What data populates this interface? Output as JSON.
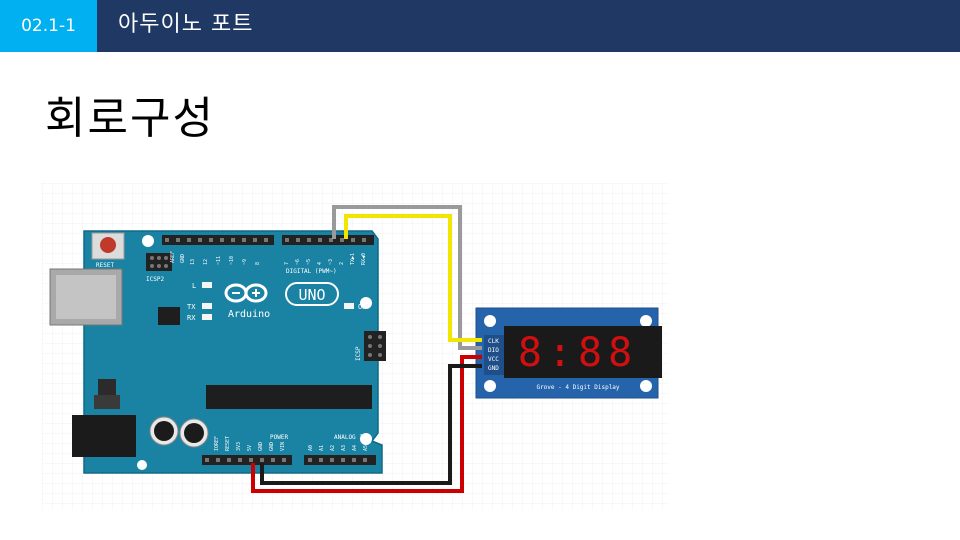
{
  "header": {
    "section_number": "02.1-1",
    "section_title": "아두이노 포트"
  },
  "slide": {
    "title": "회로구성"
  },
  "diagram": {
    "arduino": {
      "brand": "Arduino",
      "model": "UNO",
      "reset_label": "RESET",
      "icsp2_label": "ICSP2",
      "icsp_label": "ICSP",
      "digital_label": "DIGITAL (PWM~)",
      "power_label": "POWER",
      "analog_label": "ANALOG IN",
      "led_l": "L",
      "led_tx": "TX",
      "led_rx": "RX",
      "led_on": "ON",
      "aref": "AREF",
      "gnd": "GND",
      "pins_digital": [
        "13",
        "12",
        "~11",
        "~10",
        "~9",
        "8",
        "7",
        "~6",
        "~5",
        "4",
        "~3",
        "2",
        "TX▶1",
        "RX◀0"
      ],
      "pins_power": [
        "IOREF",
        "RESET",
        "3V3",
        "5V",
        "GND",
        "GND",
        "VIN"
      ],
      "pins_analog": [
        "A0",
        "A1",
        "A2",
        "A3",
        "A4",
        "A5"
      ]
    },
    "module": {
      "name": "Grove - 4 Digit Display",
      "digits": "8:88",
      "pins": [
        "CLK",
        "DIO",
        "VCC",
        "GND"
      ]
    },
    "wire_colors": {
      "clk": "#f2e600",
      "dio": "#9a9a9a",
      "vcc": "#cc0000",
      "gnd": "#1a1a1a"
    }
  }
}
